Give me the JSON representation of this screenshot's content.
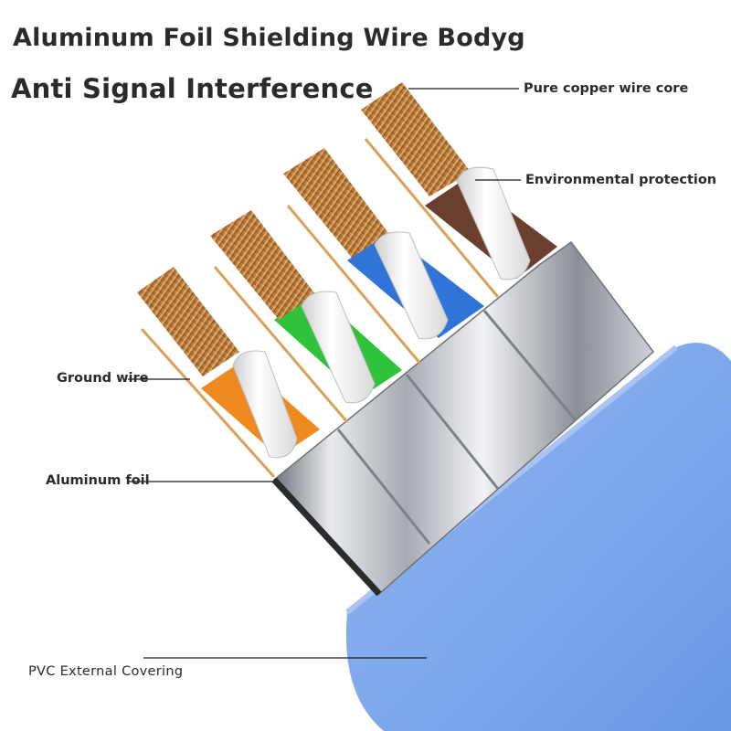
{
  "headline": {
    "line1": "Aluminum Foil Shielding Wire Bodyg",
    "line2": "Anti Signal Interference"
  },
  "callouts": {
    "copper_core": "Pure copper wire core",
    "environmental": "Environmental protection",
    "ground_wire": "Ground wire",
    "aluminum_foil": "Aluminum foil",
    "pvc_covering": "PVC External Covering"
  },
  "pairs": [
    {
      "color_name": "orange",
      "color": "#ee8a1f"
    },
    {
      "color_name": "green",
      "color": "#2fc23a"
    },
    {
      "color_name": "blue",
      "color": "#2f74d6"
    },
    {
      "color_name": "brown",
      "color": "#6b3f2e"
    }
  ],
  "colors": {
    "jacket": "#7ea8ec",
    "foil": "#c9ccd2",
    "copper": "#c98a4a",
    "insulation_white": "#f4f4f4"
  }
}
